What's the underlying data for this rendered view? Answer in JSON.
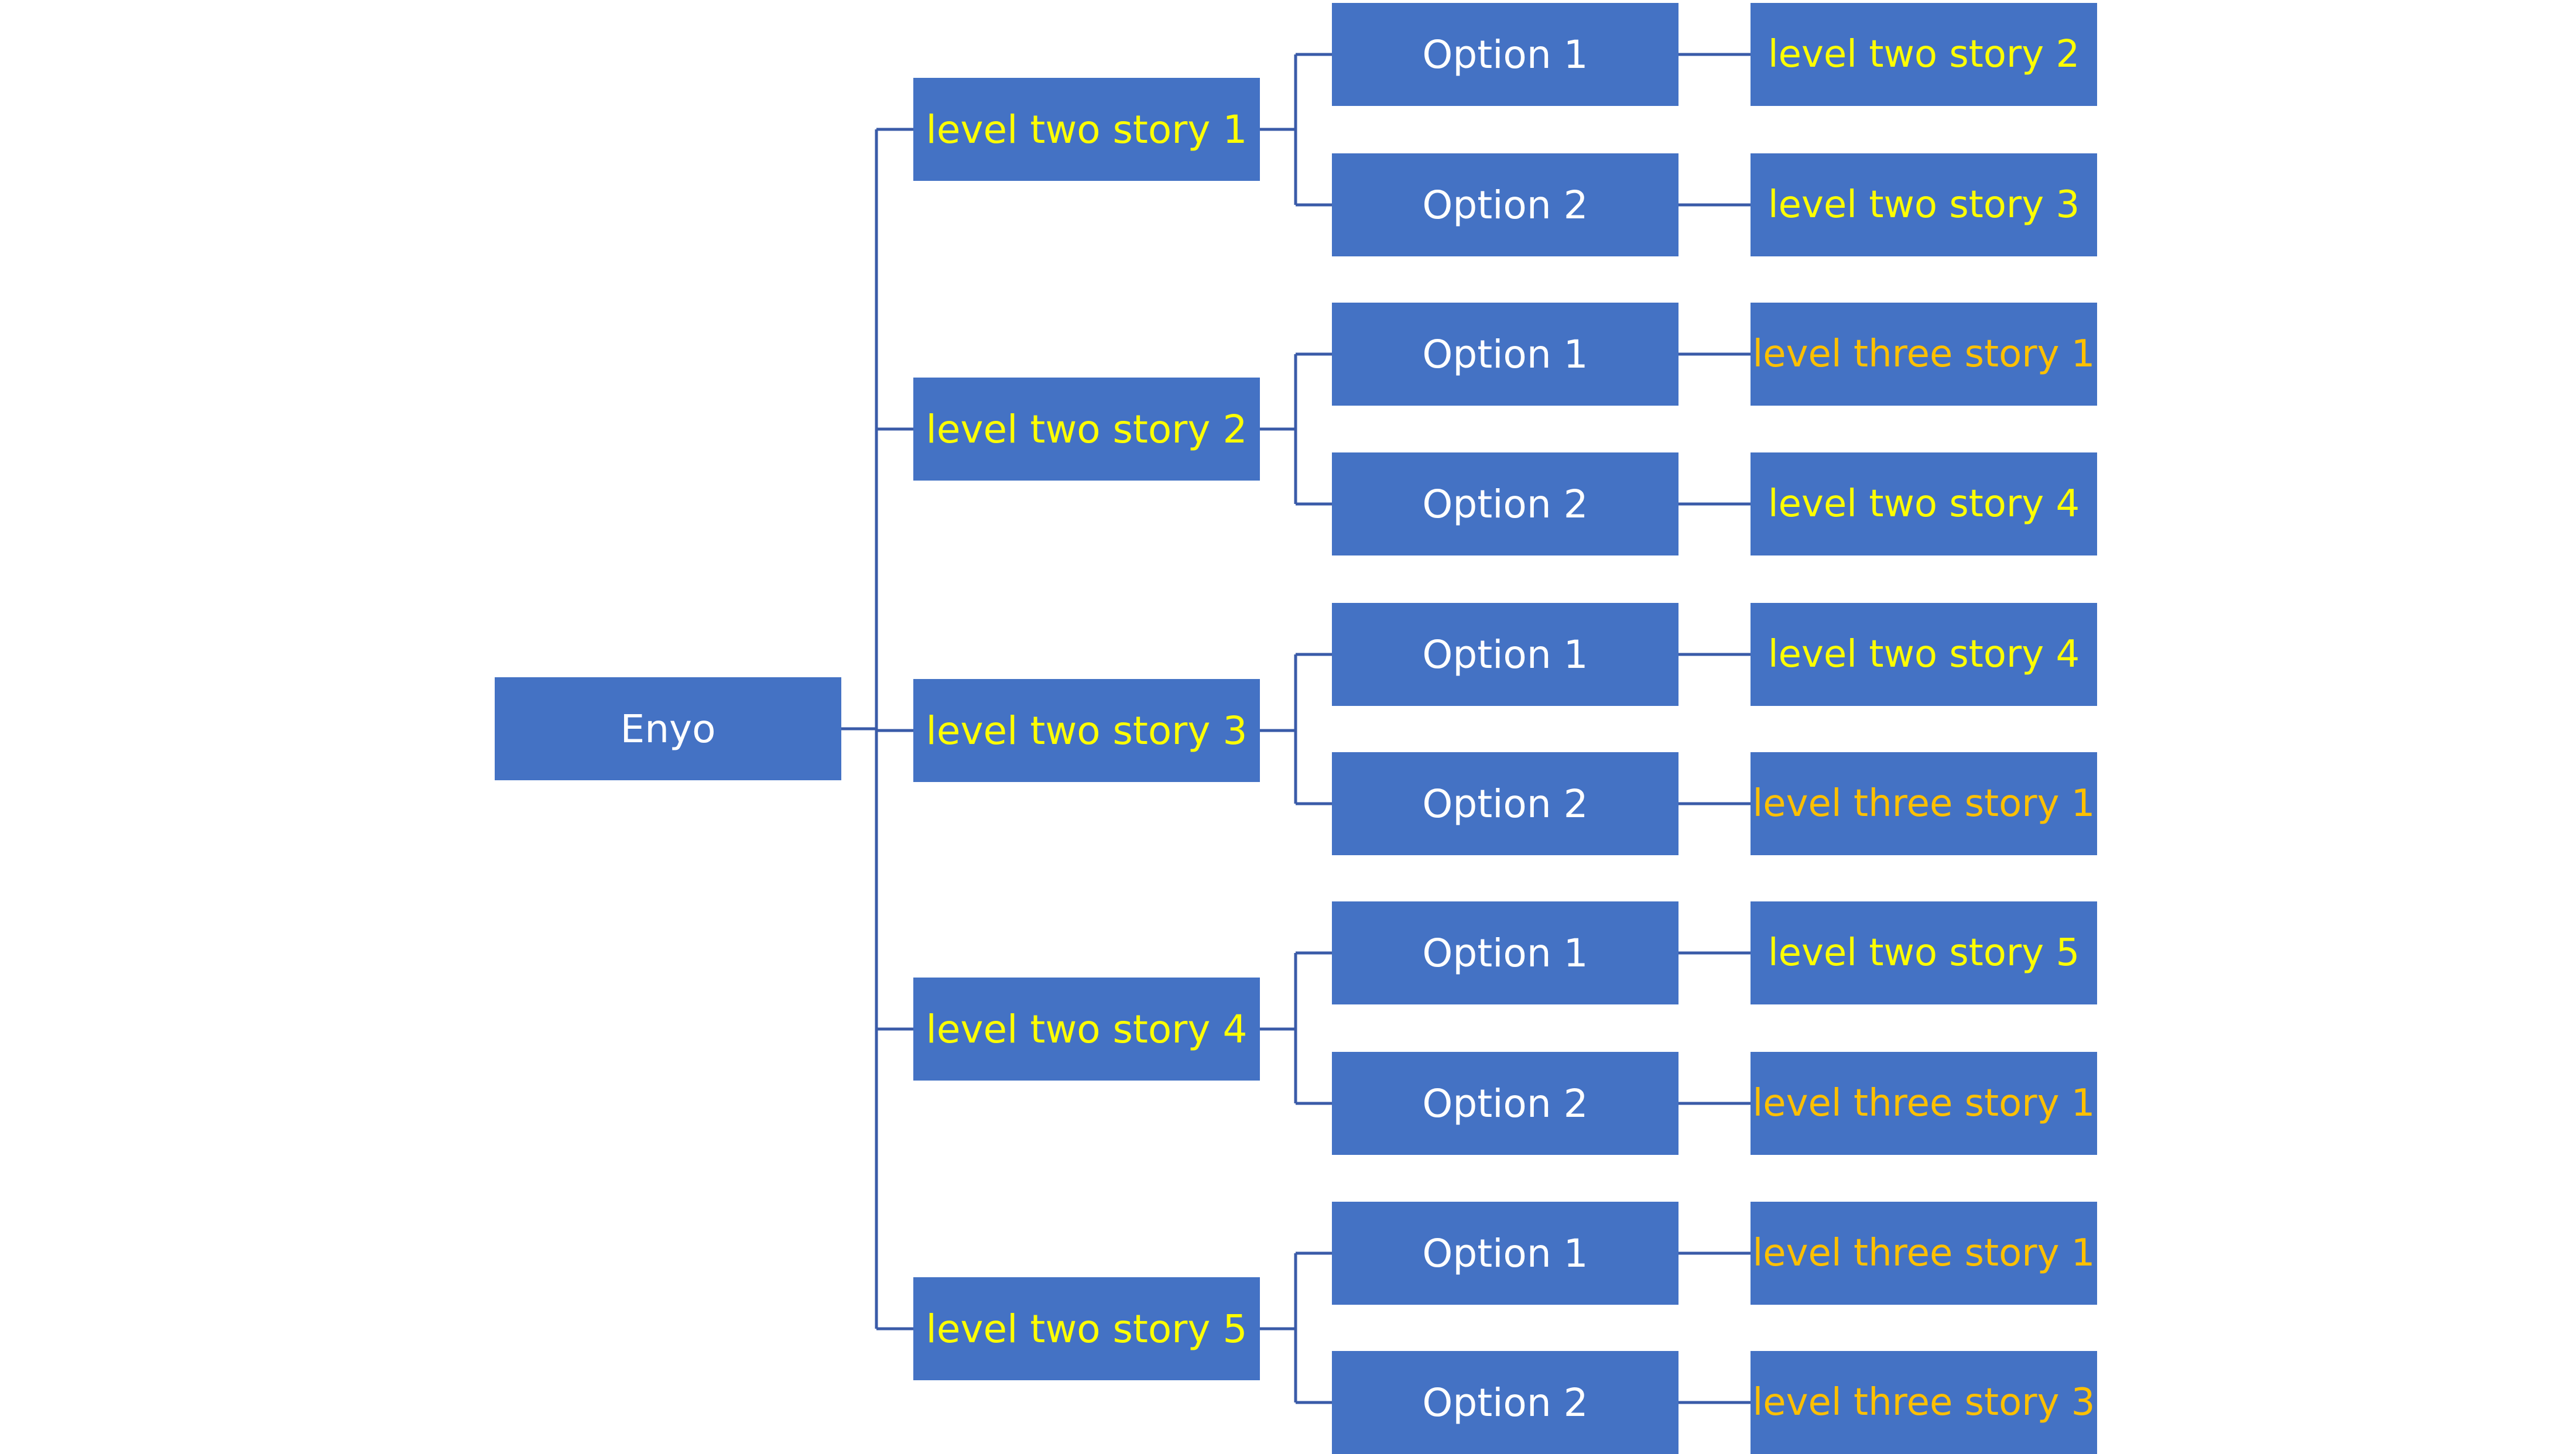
{
  "colors": {
    "box_fill": "#4472C4",
    "connector": "#3A5BA8",
    "root_text": "#FFFFFF",
    "option_text": "#FFFFFF",
    "level_two_text": "#FFFF00",
    "level_three_text": "#FFC000"
  },
  "tree": {
    "root": "Enyo",
    "branches": [
      {
        "label": "level two story 1",
        "options": [
          {
            "label": "Option 1",
            "leaf": "level two story 2",
            "leaf_kind": "two"
          },
          {
            "label": "Option 2",
            "leaf": "level two story 3",
            "leaf_kind": "two"
          }
        ]
      },
      {
        "label": "level two story 2",
        "options": [
          {
            "label": "Option 1",
            "leaf": "level three story 1",
            "leaf_kind": "three"
          },
          {
            "label": "Option 2",
            "leaf": "level two story 4",
            "leaf_kind": "two"
          }
        ]
      },
      {
        "label": "level two story 3",
        "options": [
          {
            "label": "Option 1",
            "leaf": "level two story 4",
            "leaf_kind": "two"
          },
          {
            "label": "Option 2",
            "leaf": "level three story 1",
            "leaf_kind": "three"
          }
        ]
      },
      {
        "label": "level two story 4",
        "options": [
          {
            "label": "Option 1",
            "leaf": "level two story 5",
            "leaf_kind": "two"
          },
          {
            "label": "Option 2",
            "leaf": "level three story 1",
            "leaf_kind": "three"
          }
        ]
      },
      {
        "label": "level two story 5",
        "options": [
          {
            "label": "Option 1",
            "leaf": "level three story 1",
            "leaf_kind": "three"
          },
          {
            "label": "Option 2",
            "leaf": "level three story 3",
            "leaf_kind": "three"
          }
        ]
      }
    ]
  }
}
